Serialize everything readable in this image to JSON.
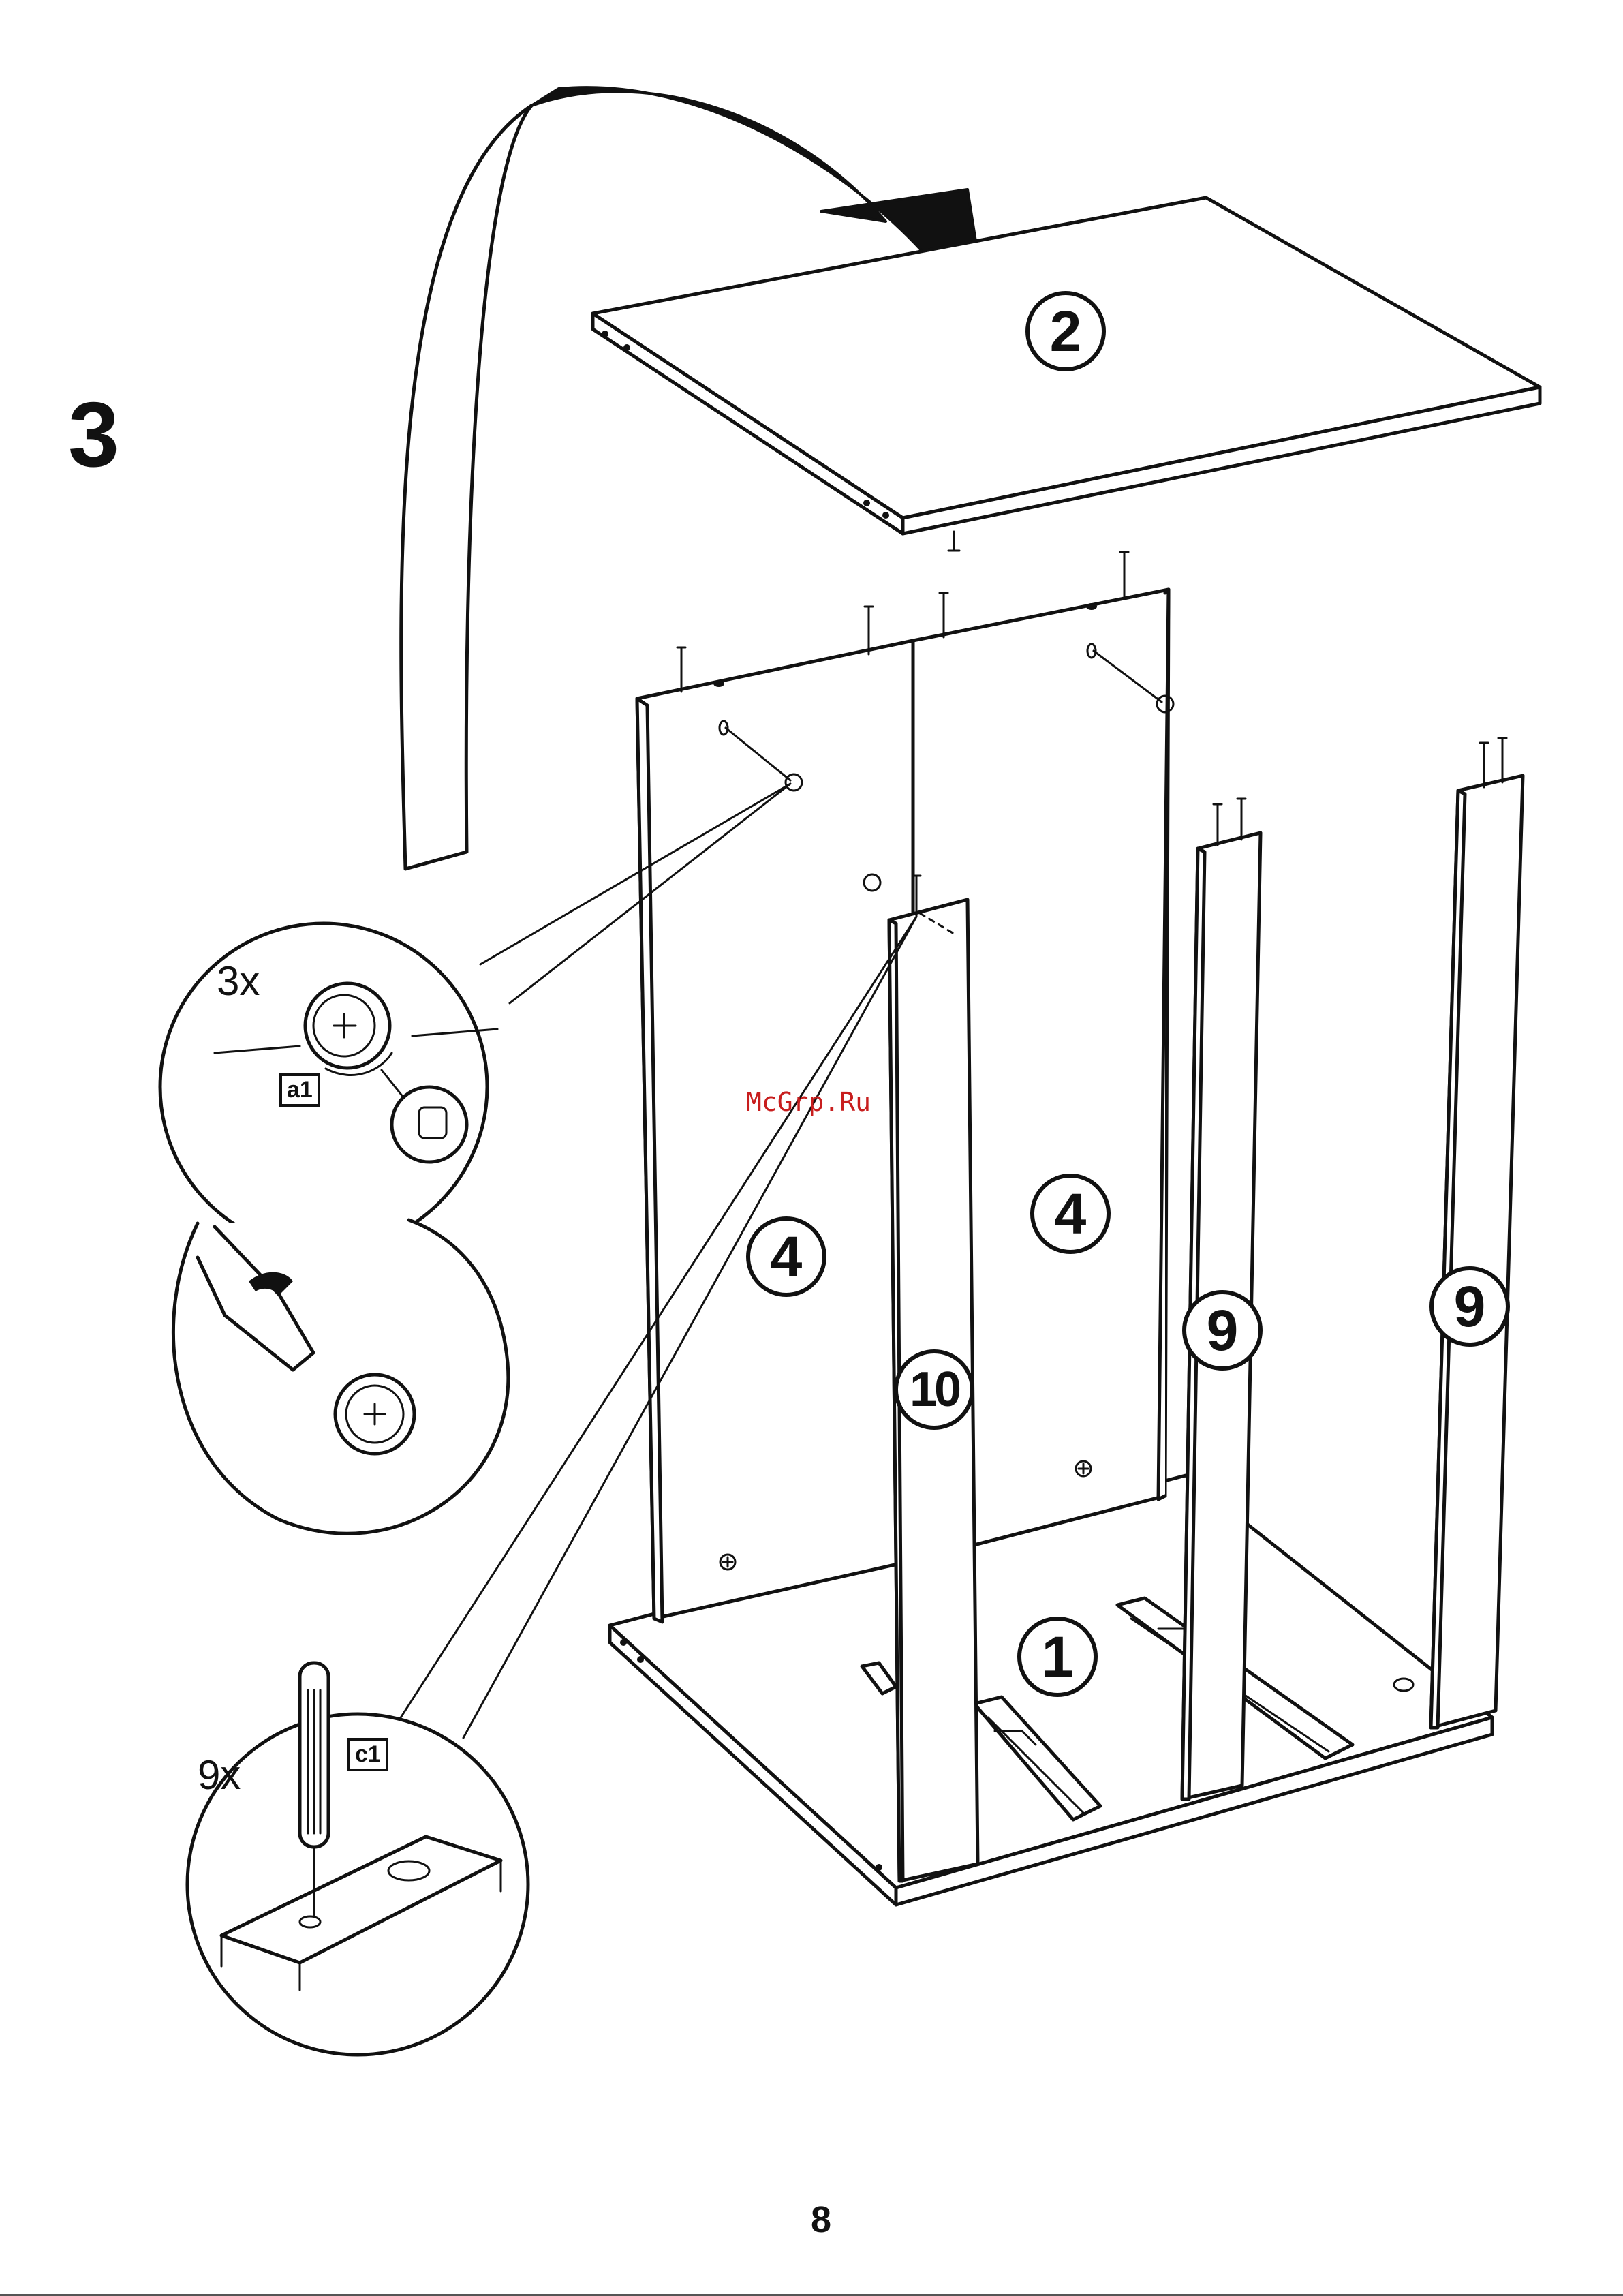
{
  "step": {
    "number": "3"
  },
  "page": {
    "number": "8"
  },
  "watermark": {
    "text": "McGrp.Ru"
  },
  "parts": {
    "top_panel": "2",
    "bottom_panel": "1",
    "side_panel_left": "4",
    "side_panel_right": "4",
    "post_front": "10",
    "post_middle": "9",
    "post_back": "9"
  },
  "details": {
    "cam_lock": {
      "quantity": "3x",
      "code": "a1"
    },
    "pin": {
      "quantity": "9x",
      "code": "c1"
    }
  },
  "colors": {
    "ink": "#111111",
    "paper": "#ffffff",
    "watermark": "#c81e1e"
  }
}
